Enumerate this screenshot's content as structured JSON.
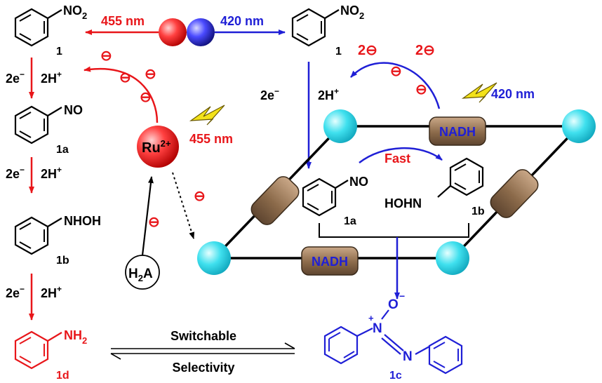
{
  "colors": {
    "red": "#e8161a",
    "blue": "#1f1fd6",
    "cyan": "#3fe0ee",
    "brown": "#8b6a4a",
    "bolt": "#f3e21a"
  },
  "left_scheme": {
    "nitro_label": "NO",
    "nitro_sub": "2",
    "nitro_id": "1",
    "step1_e": "2e",
    "step1_e_sup": "−",
    "step1_h": "2H",
    "step1_h_sup": "+",
    "nitroso_label": "NO",
    "nitroso_id": "1a",
    "step2_e": "2e",
    "step2_e_sup": "−",
    "step2_h": "2H",
    "step2_h_sup": "+",
    "hydroxyl_label": "NHOH",
    "hydroxyl_id": "1b",
    "step3_e": "2e",
    "step3_e_sup": "−",
    "step3_h": "2H",
    "step3_h_sup": "+",
    "amine_label": "NH",
    "amine_sub": "2",
    "amine_id": "1d"
  },
  "wavelength_switch": {
    "red_label": "455 nm",
    "blue_label": "420 nm"
  },
  "ru_catalyst": {
    "label": "Ru",
    "charge": "2+",
    "light": "455 nm",
    "donor": "H",
    "donor_sub": "2",
    "donor_end": "A",
    "minus": "⊖"
  },
  "right_scheme": {
    "nitro_label": "NO",
    "nitro_sub": "2",
    "nitro_id": "1",
    "step_e": "2e",
    "step_e_sup": "−",
    "step_h": "2H",
    "step_h_sup": "+",
    "two_minus_left": "2⊖",
    "two_minus_right": "2⊖",
    "light": "420 nm",
    "nadh_top": "NADH",
    "nadh_bottom": "NADH",
    "fast": "Fast",
    "nitroso_label": "NO",
    "nitroso_id": "1a",
    "hydroxyl_label": "HOHN",
    "hydroxyl_id": "1b",
    "azoxy_id": "1c",
    "azoxy_plus": "+",
    "azoxy_o": "O",
    "azoxy_o_minus": "−",
    "azoxy_n1": "N",
    "azoxy_n2": "N"
  },
  "equilibrium": {
    "top": "Switchable",
    "bottom": "Selectivity"
  }
}
